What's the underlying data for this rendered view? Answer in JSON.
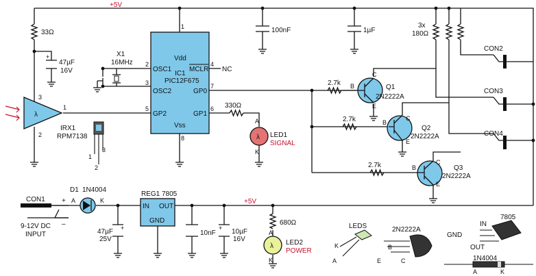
{
  "colors": {
    "ic_fill": "#7fc8ea",
    "led_red": "#e57373",
    "led_yellow": "#e9f19a",
    "transistor_fill": "#7fc8ea",
    "label_red": "#c8102e",
    "wire": "#111111"
  },
  "supply": {
    "top_rail": "+5V",
    "mid_rail": "+5V"
  },
  "ir_receiver": {
    "ref": "IRX1",
    "part": "RPM7138",
    "symbol": "λ",
    "pin1": "1",
    "pin2": "2",
    "pin3": "3",
    "pkg_pin1": "1",
    "pkg_pin2": "2",
    "pkg_pin3": "3"
  },
  "r_top": {
    "value": "33Ω"
  },
  "c_top": {
    "value": "47µF",
    "voltage": "16V"
  },
  "crystal": {
    "ref": "X1",
    "freq": "16MHz"
  },
  "ic1": {
    "ref": "IC1",
    "part": "PIC12F675",
    "vdd": "Vdd",
    "vss": "Vss",
    "osc1": "OSC1",
    "osc2": "OSC2",
    "mclr": "MCLR",
    "nc": "NC",
    "gp0": "GP0",
    "gp1": "GP1",
    "gp2": "GP2",
    "pin1": "1",
    "pin2": "2",
    "pin3": "3",
    "pin4": "4",
    "pin5": "5",
    "pin6": "6",
    "pin7": "7",
    "pin8": "8"
  },
  "c_100n": "100nF",
  "c_1u": "1µF",
  "r_330": "330Ω",
  "led1": {
    "ref": "LED1",
    "name": "SIGNAL",
    "a": "A",
    "k": "K",
    "symbol": "λ"
  },
  "r_base": [
    "2.7k",
    "2.7k",
    "2.7k"
  ],
  "transistors": [
    {
      "ref": "Q1",
      "part": "2N2222A",
      "b": "B",
      "c": "C",
      "e": "E"
    },
    {
      "ref": "Q2",
      "part": "2N2222A",
      "b": "B",
      "c": "C",
      "e": "E"
    },
    {
      "ref": "Q3",
      "part": "2N2222A",
      "b": "B",
      "c": "C",
      "e": "E"
    }
  ],
  "r_180": {
    "qty": "3x",
    "value": "180Ω"
  },
  "connectors": [
    "CON2",
    "CON3",
    "CON4"
  ],
  "power_in": {
    "ref": "CON1",
    "plus": "+",
    "minus": "–",
    "input_line1": "9-12V DC",
    "input_line2": "INPUT"
  },
  "diode": {
    "ref": "D1",
    "part": "1N4004",
    "a": "A",
    "k": "K"
  },
  "c_47u25": {
    "value": "47µF",
    "voltage": "25V"
  },
  "reg": {
    "ref": "REG1",
    "part": "7805",
    "in": "IN",
    "out": "OUT",
    "gnd": "GND"
  },
  "c_10n": "10nF",
  "c_10u": {
    "value": "10µF",
    "voltage": "16V"
  },
  "r_680": "680Ω",
  "led2": {
    "ref": "LED2",
    "name": "POWER",
    "a": "A",
    "k": "K",
    "symbol": "λ"
  },
  "legend_leds": {
    "title": "LEDS",
    "k": "K",
    "a": "A"
  },
  "legend_transistor": {
    "title": "2N2222A",
    "b": "B",
    "e": "E",
    "c": "C"
  },
  "legend_reg": {
    "title": "7805",
    "in": "IN",
    "gnd": "GND",
    "out": "OUT"
  },
  "legend_diode": {
    "title": "1N4004",
    "a": "A",
    "k": "K"
  }
}
